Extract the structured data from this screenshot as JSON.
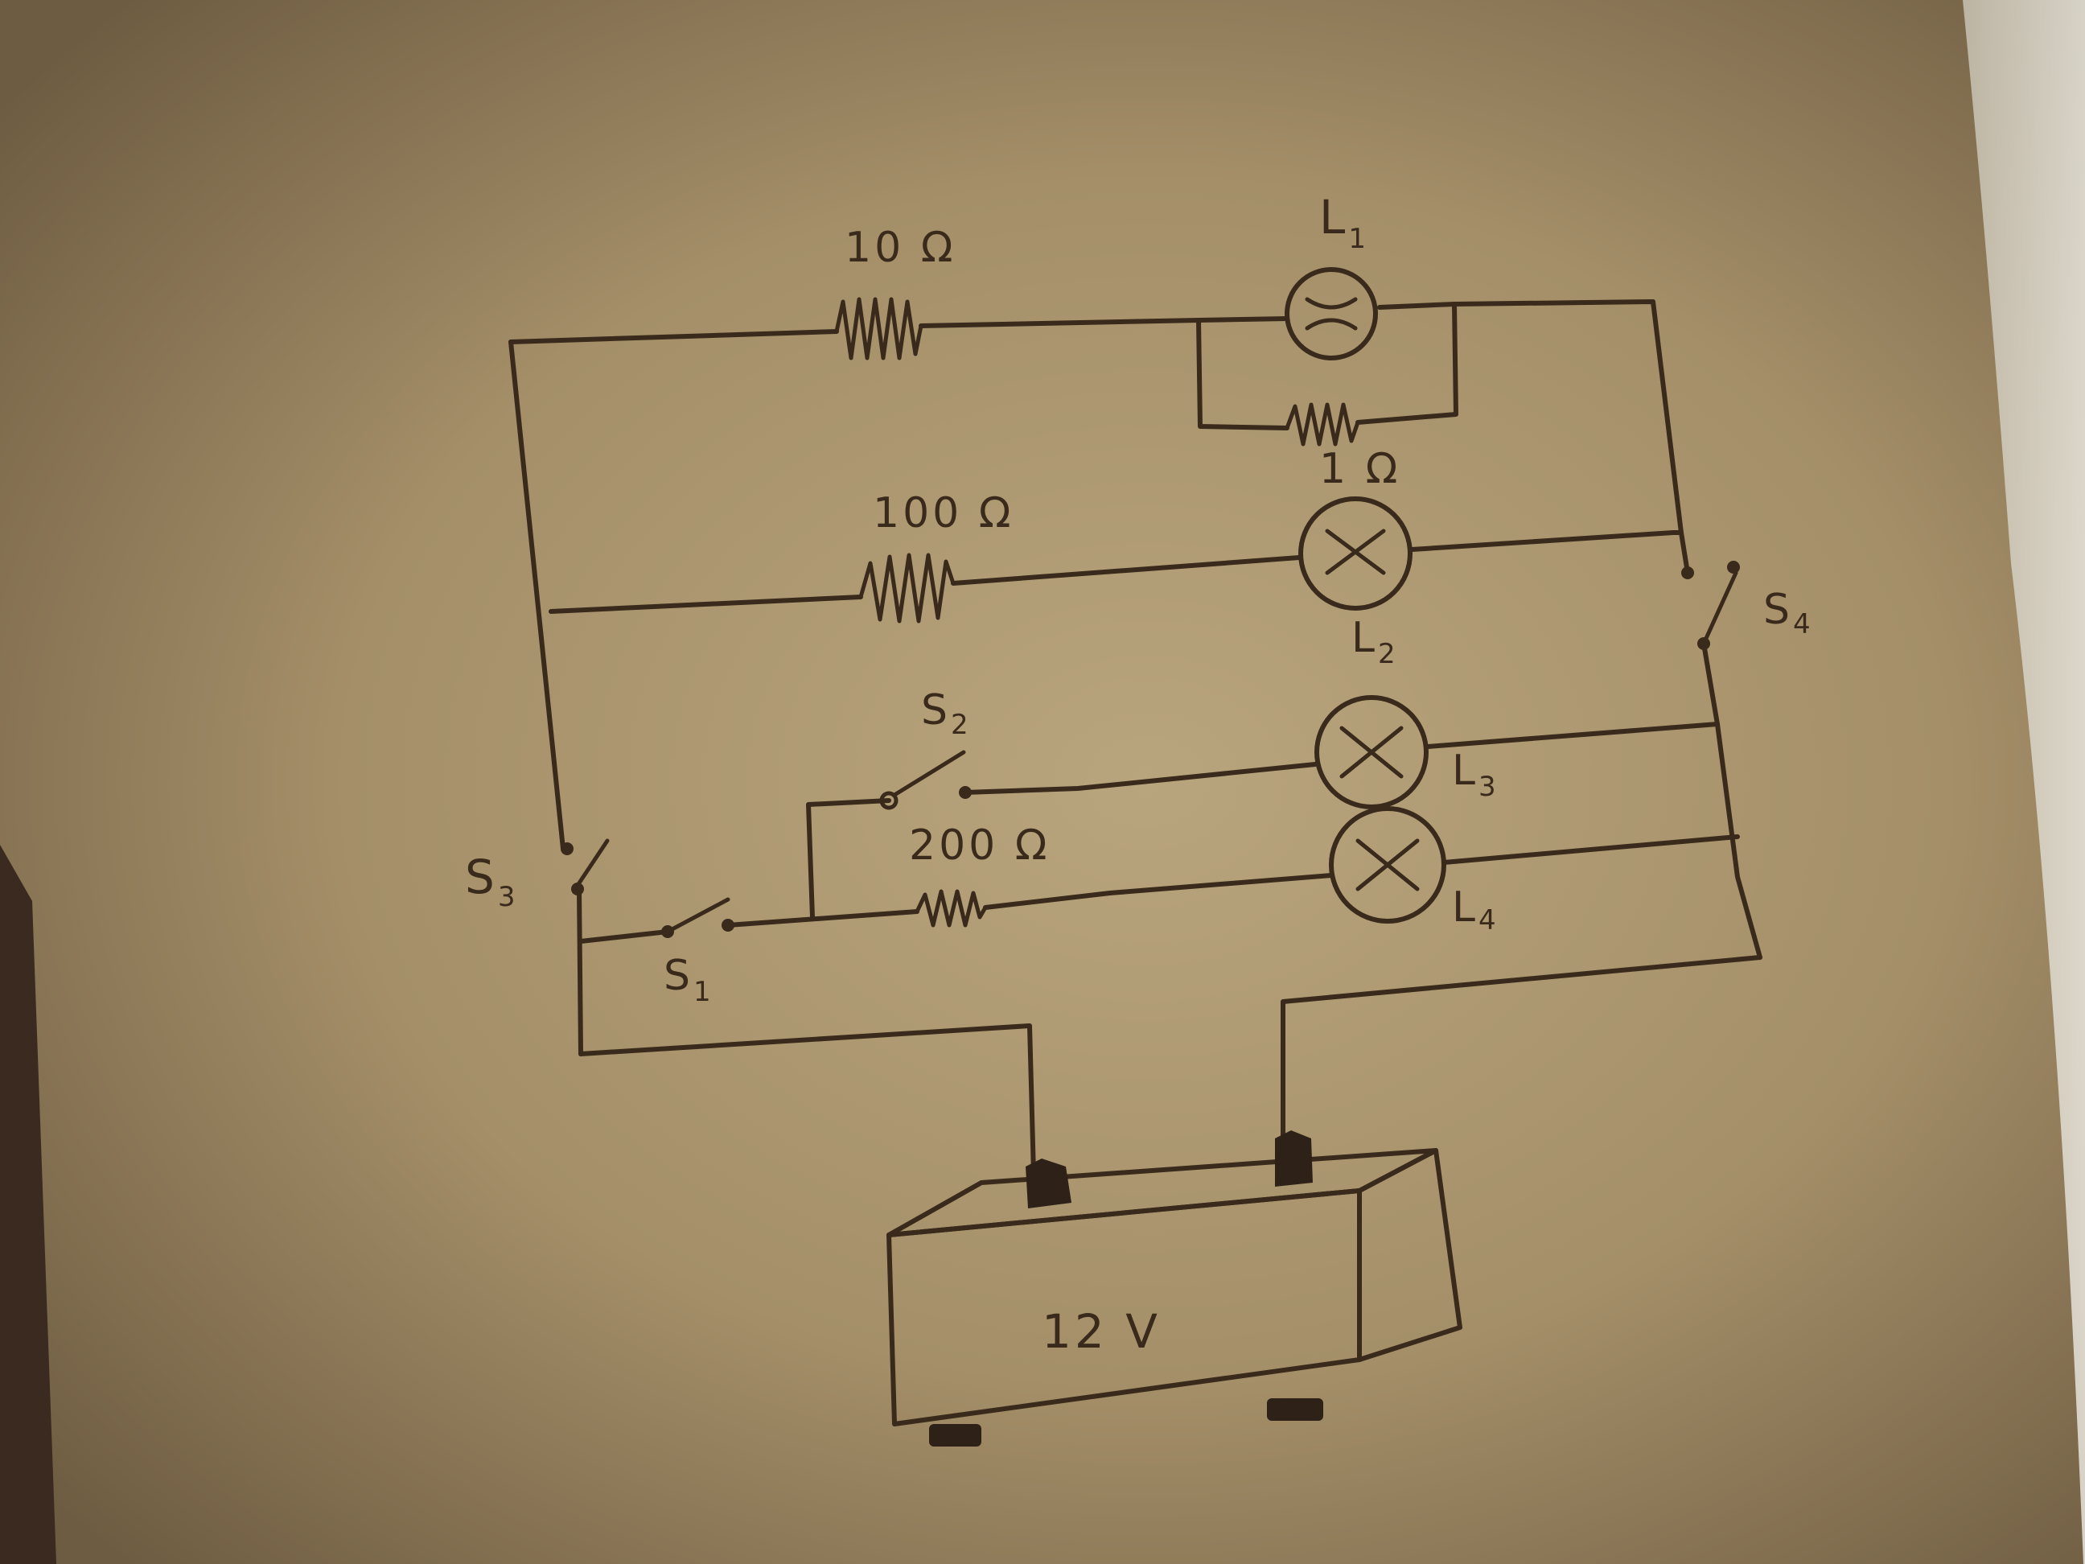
{
  "diagram": {
    "battery_label": "12 V",
    "resistors": {
      "r1": "10 Ω",
      "r2": "1 Ω",
      "r3": "100 Ω",
      "r4": "200 Ω"
    },
    "lamps": {
      "l1": {
        "main": "L",
        "sub": "1"
      },
      "l2": {
        "main": "L",
        "sub": "2"
      },
      "l3": {
        "main": "L",
        "sub": "3"
      },
      "l4": {
        "main": "L",
        "sub": "4"
      }
    },
    "switches": {
      "s1": {
        "main": "S",
        "sub": "1"
      },
      "s2": {
        "main": "S",
        "sub": "2"
      },
      "s3": {
        "main": "S",
        "sub": "3"
      },
      "s4": {
        "main": "S",
        "sub": "4"
      }
    }
  }
}
